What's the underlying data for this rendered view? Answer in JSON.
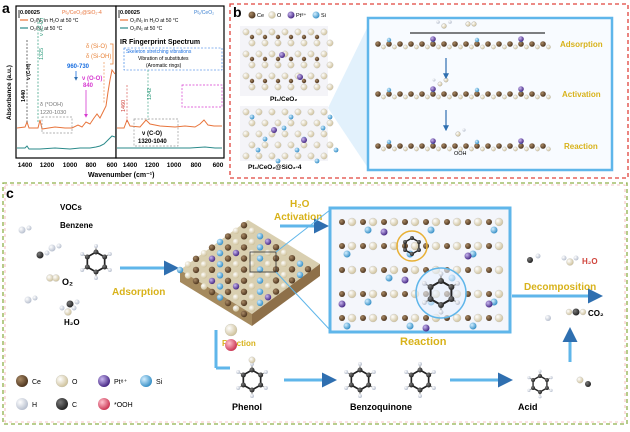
{
  "panel_a": {
    "letter": "a",
    "scale_left": "0.00025",
    "scale_right": "0.00025",
    "legend_left": [
      "Pt₁/CeO₂@SiO₂-4",
      "O₂/N₂ in H₂O at 50 °C",
      "O₂/N₂ at 50 °C"
    ],
    "legend_right": [
      "Pt₁/CeO₂",
      "O₂/N₂ in H₂O at 50 °C",
      "O₂/N₂ at 50 °C"
    ],
    "ylabel": "Absorbance (a.u.)",
    "xlabel": "Wavenumber (cm⁻¹)",
    "ticks_left": [
      "1400",
      "1200",
      "1000",
      "800",
      "600"
    ],
    "ticks_right": [
      "1400",
      "1200",
      "1000",
      "800",
      "600"
    ],
    "ann_1440": "1440",
    "ann_ch": "ν (C-H)",
    "ann_1325": "1325",
    "ann_co": "ν (C-O)",
    "ann_960": "960-730",
    "ann_oo": "ν (O-O)",
    "ann_840": "840",
    "ann_sio": "δ (Si-O)",
    "ann_sioh": "δ (Si-OH)",
    "ann_ooh": "δ (*OOH)",
    "ann_1220": "1220-1030",
    "ir_title": "IR Fingerprint Spectrum",
    "ir_line1": "Skeleton stretching vibrations",
    "ir_line2": "Vibration of substitutes",
    "ir_line3": "(Aromatic rings)",
    "ann_1242": "1242",
    "ann_1460": "1460",
    "ann_co_r": "ν (C-O)",
    "ann_1320": "1320-1040"
  },
  "panel_b": {
    "letter": "b",
    "legend": [
      "Ce",
      "O",
      "Pt⁸⁺",
      "Si"
    ],
    "label_top": "Pt₁/CeO₂",
    "label_bottom": "Pt₁/CeO₂@SiO₂-4",
    "steps": [
      "Adsorption",
      "Activation",
      "Reaction"
    ],
    "ooh": "OOH"
  },
  "panel_c": {
    "letter": "c",
    "vocs": "VOCs",
    "benzene": "Benzene",
    "o2": "O₂",
    "h2o": "H₂O",
    "adsorption": "Adsorption",
    "h2o_top": "H₂O",
    "activation": "Activation",
    "reaction_arrow": "Reaction",
    "reaction_big": "Reaction",
    "decomposition": "Decomposition",
    "h2o_prod": "H₂O",
    "co2": "CO₂",
    "phenol": "Phenol",
    "benzoquinone": "Benzoquinone",
    "acid": "Acid",
    "legend": [
      "Ce",
      "O",
      "Pt⁸⁺",
      "Si",
      "H",
      "C",
      "*OOH"
    ]
  },
  "colors": {
    "accent_red": "#d9332c",
    "accent_green": "#8fb14a",
    "accent_blue": "#4aa8de",
    "title_yellow": "#d8b21a",
    "ce": "#6e4d2c",
    "o_atom": "#eee3c5",
    "pt": "#5b3fa0",
    "si": "#4aa8de",
    "ooh": "#e24f70"
  }
}
